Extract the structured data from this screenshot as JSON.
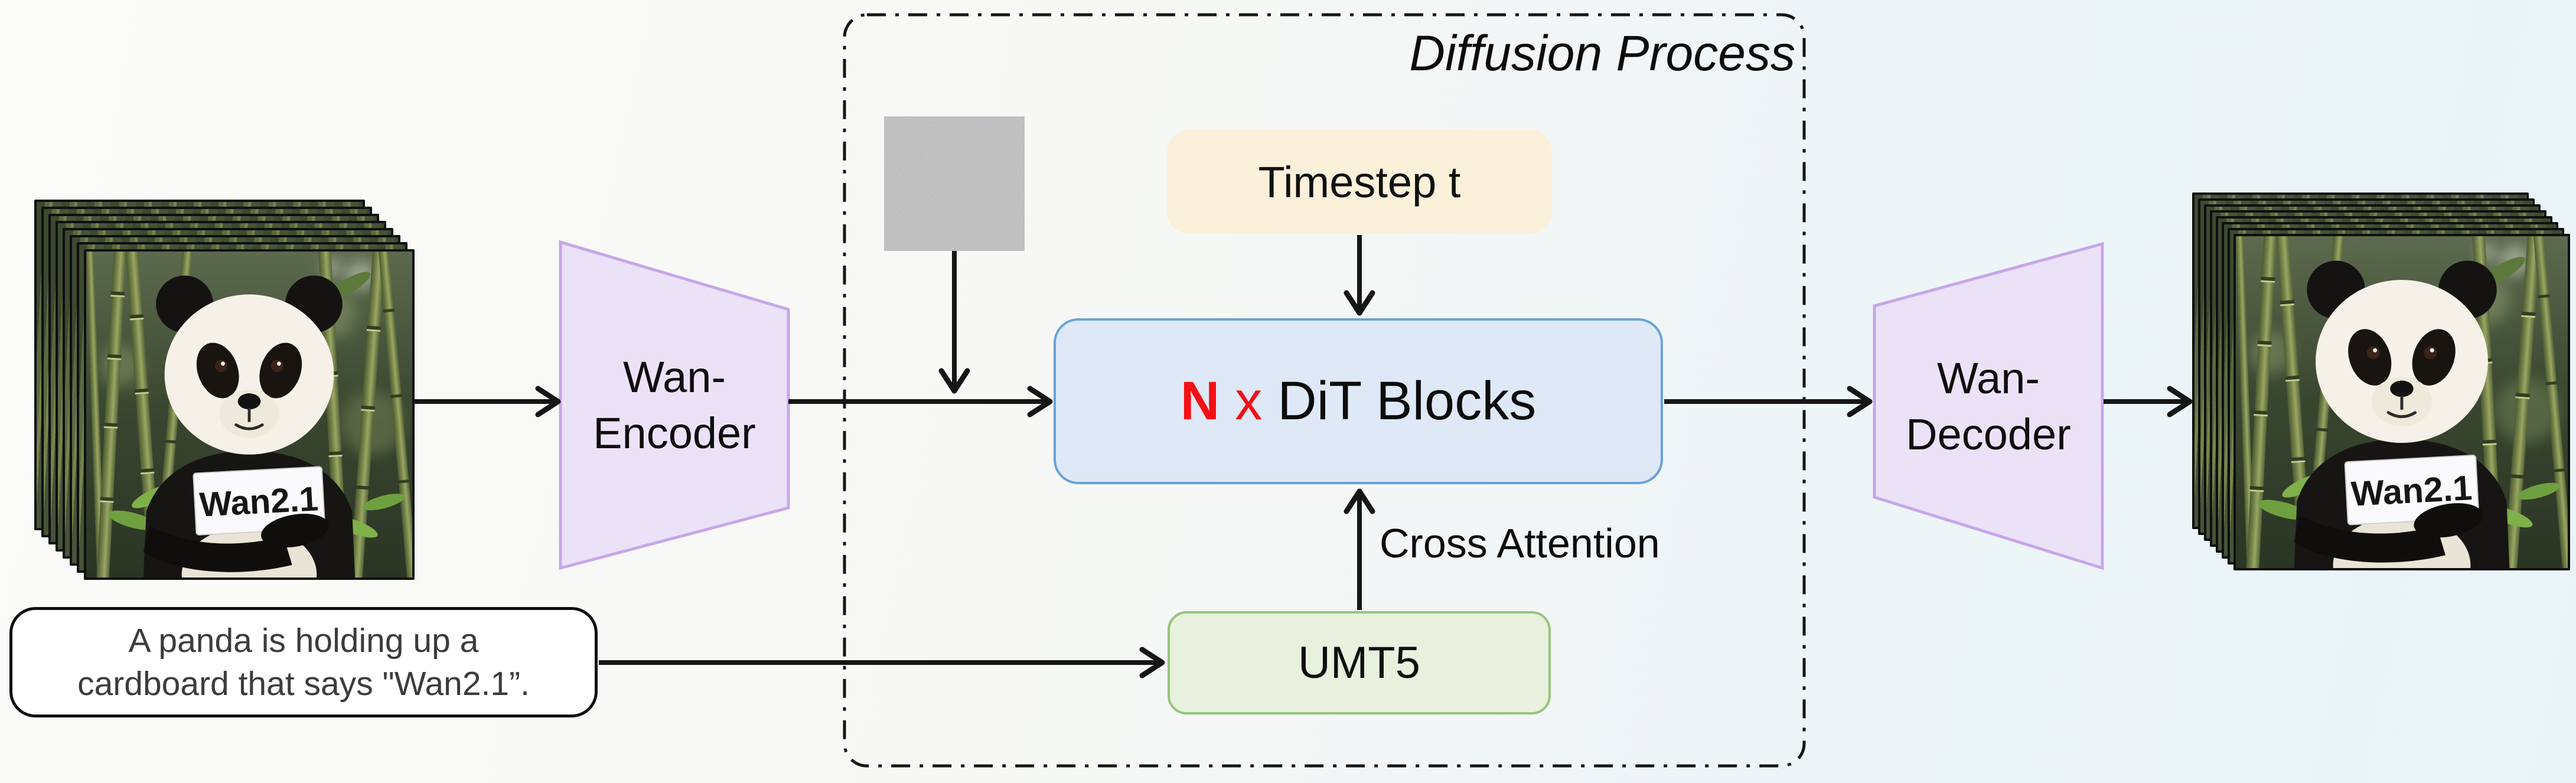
{
  "figure": {
    "diffusion_box_title": "Diffusion Process",
    "cross_attention_label": "Cross Attention"
  },
  "nodes": {
    "encoder": {
      "line1": "Wan-",
      "line2": "Encoder"
    },
    "decoder": {
      "line1": "Wan-",
      "line2": "Decoder"
    },
    "dit_blocks": {
      "n": "N",
      "times": "x",
      "label": "DiT Blocks"
    },
    "timestep": {
      "label": "Timestep t"
    },
    "umt5": {
      "label": "UMT5"
    }
  },
  "prompt": {
    "line1": "A panda is holding up a",
    "line2": "cardboard that says \"Wan2.1”."
  },
  "panda": {
    "sign_text": "Wan2.1"
  },
  "colors": {
    "accent-red": "#f51014",
    "dit-fill": "#dfe8f6",
    "dit-border": "#6aa2d8",
    "timestep-fill": "#fbf0da",
    "umt5-fill": "#e7f1de",
    "umt5-border": "#96c47b",
    "vae-fill": "#ebe2f8",
    "vae-border": "#c7a6ea",
    "arrow": "#161616",
    "canvas-bg-left": "#fbfbf8",
    "canvas-bg-right": "#e9f4f9"
  }
}
